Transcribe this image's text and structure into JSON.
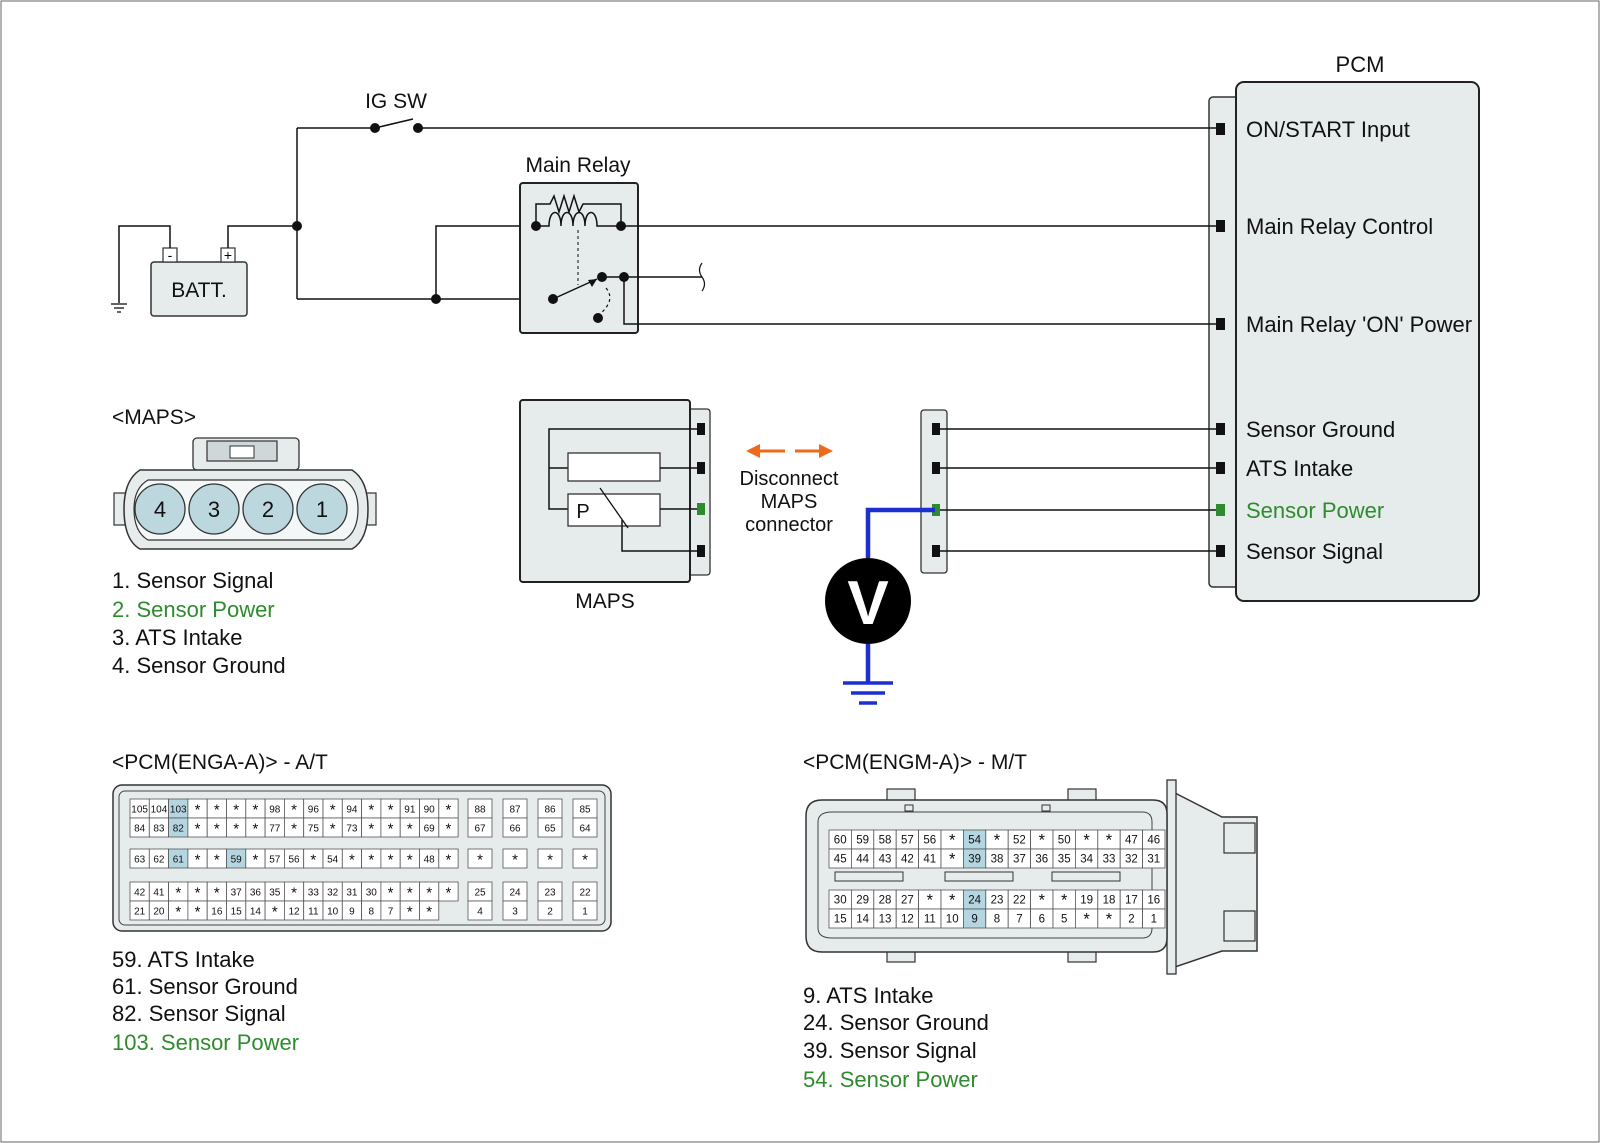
{
  "labels": {
    "ig_sw": "IG SW",
    "main_relay": "Main Relay",
    "batt": "BATT.",
    "batt_neg": "-",
    "batt_pos": "+",
    "pcm": "PCM",
    "maps_title": "<MAPS>",
    "maps_module": "MAPS",
    "maps_p": "P",
    "disconnect": [
      "Disconnect",
      "MAPS",
      "connector"
    ],
    "voltmeter": "V",
    "pcm_a_title": "<PCM(ENGA-A)> - A/T",
    "pcm_m_title": "<PCM(ENGM-A)> - M/T"
  },
  "pcm_terminals": [
    "ON/START Input",
    "Main Relay Control",
    "Main Relay 'ON' Power",
    "Sensor Ground",
    "ATS Intake",
    "Sensor Power",
    "Sensor Signal"
  ],
  "maps_pins": [
    "4",
    "3",
    "2",
    "1"
  ],
  "maps_legend": [
    "1. Sensor Signal",
    "2. Sensor Power",
    "3. ATS Intake",
    "4. Sensor Ground"
  ],
  "pcm_a_legend": [
    "59. ATS Intake",
    "61. Sensor Ground",
    "82. Sensor Signal",
    "103. Sensor Power"
  ],
  "pcm_m_legend": [
    "9. ATS Intake",
    "24. Sensor Ground",
    "39. Sensor Signal",
    "54. Sensor Power"
  ],
  "pcm_a_rows": [
    [
      "105",
      "104",
      "103",
      "*",
      "*",
      "*",
      "*",
      "98",
      "*",
      "96",
      "*",
      "94",
      "*",
      "*",
      "91",
      "90",
      "*"
    ],
    [
      "84",
      "83",
      "82",
      "*",
      "*",
      "*",
      "*",
      "77",
      "*",
      "75",
      "*",
      "73",
      "*",
      "*",
      "*",
      "69",
      "*"
    ],
    [
      "63",
      "62",
      "61",
      "*",
      "*",
      "59",
      "*",
      "57",
      "56",
      "*",
      "54",
      "*",
      "*",
      "*",
      "*",
      "48",
      "*"
    ],
    [
      "42",
      "41",
      "*",
      "*",
      "*",
      "37",
      "36",
      "35",
      "*",
      "33",
      "32",
      "31",
      "30",
      "*",
      "*",
      "*",
      "*"
    ],
    [
      "21",
      "20",
      "*",
      "*",
      "16",
      "15",
      "14",
      "*",
      "12",
      "11",
      "10",
      "9",
      "8",
      "7",
      "*",
      "*"
    ]
  ],
  "pcm_a_blocks": [
    [
      "88",
      "87",
      "86",
      "85"
    ],
    [
      "67",
      "66",
      "65",
      "64"
    ],
    [
      "*",
      "*",
      "*",
      "*"
    ],
    [
      "25",
      "24",
      "23",
      "22"
    ],
    [
      "4",
      "3",
      "2",
      "1"
    ]
  ],
  "pcm_a_highlight": [
    "103",
    "82",
    "61",
    "59"
  ],
  "pcm_m_rows": [
    [
      "60",
      "59",
      "58",
      "57",
      "56",
      "*",
      "54",
      "*",
      "52",
      "*",
      "50",
      "*",
      "*",
      "47",
      "46"
    ],
    [
      "45",
      "44",
      "43",
      "42",
      "41",
      "*",
      "39",
      "38",
      "37",
      "36",
      "35",
      "34",
      "33",
      "32",
      "31"
    ],
    [
      "30",
      "29",
      "28",
      "27",
      "*",
      "*",
      "24",
      "23",
      "22",
      "*",
      "*",
      "19",
      "18",
      "17",
      "16"
    ],
    [
      "15",
      "14",
      "13",
      "12",
      "11",
      "10",
      "9",
      "8",
      "7",
      "6",
      "5",
      "*",
      "*",
      "2",
      "1"
    ]
  ],
  "pcm_m_highlight": [
    "54",
    "39",
    "24",
    "9"
  ],
  "colors": {
    "sensor_power": "#2e8b2e",
    "pin_highlight": "#b4d6e0",
    "maps_pin": "#bcd8de",
    "module_fill": "#e6ecec",
    "disconnect_arrow": "#ee6a1e",
    "meter_wire": "#1d2fd0"
  }
}
